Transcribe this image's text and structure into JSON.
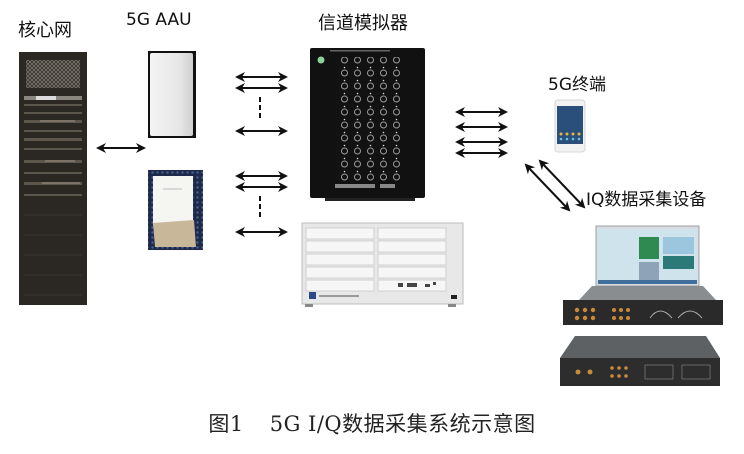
{
  "labels": {
    "core_network": "核心网",
    "aau": "5G AAU",
    "channel_emulator": "信道模拟器",
    "terminal": "5G终端",
    "iq_device": "IQ数据采集设备"
  },
  "caption": {
    "figure_no": "图1",
    "text": "5G I/Q数据采集系统示意图"
  },
  "devices": [
    {
      "id": "core-rack",
      "name": "核心网机柜"
    },
    {
      "id": "aau-1",
      "name": "5G AAU (白色)"
    },
    {
      "id": "aau-2",
      "name": "5G AAU (暗室内)"
    },
    {
      "id": "channel-emulator",
      "name": "信道模拟器 (前面板)"
    },
    {
      "id": "signal-analyzer",
      "name": "测试仪表机箱"
    },
    {
      "id": "phone",
      "name": "5G终端手机"
    },
    {
      "id": "iq-collector",
      "name": "IQ数据采集设备 (笔记本+采集机)"
    }
  ],
  "connections": [
    {
      "from": "核心网",
      "to": "5G AAU",
      "type": "bidirectional"
    },
    {
      "from": "5G AAU",
      "to": "信道模拟器",
      "type": "bidirectional",
      "count": "multiple"
    },
    {
      "from": "信道模拟器",
      "to": "5G终端",
      "type": "bidirectional",
      "count": 4
    },
    {
      "from": "5G终端",
      "to": "IQ数据采集设备",
      "type": "bidirectional",
      "count": 2
    }
  ]
}
